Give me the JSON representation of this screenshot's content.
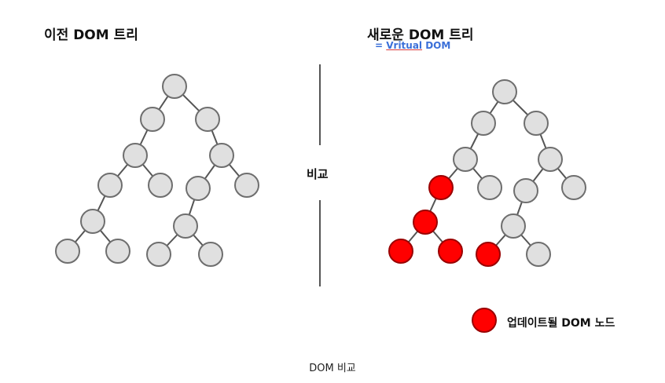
{
  "titles": {
    "old_tree": "이전 DOM 트리",
    "new_tree": "새로운 DOM 트리",
    "virtual_prefix": "= ",
    "virtual_word": "Vritual",
    "virtual_suffix": " DOM"
  },
  "compare_label": "비교",
  "legend": {
    "label": "업데이트될 DOM 노드",
    "color": "#ff0000"
  },
  "caption": "DOM 비교",
  "colors": {
    "node_fill": "#e0e0e0",
    "node_stroke": "#6e6e6e",
    "updated_fill": "#ff0000",
    "edge": "#555555"
  },
  "trees": {
    "old": {
      "updated_nodes": []
    },
    "new": {
      "updated_nodes": [
        5,
        9,
        11,
        12,
        13
      ]
    }
  }
}
